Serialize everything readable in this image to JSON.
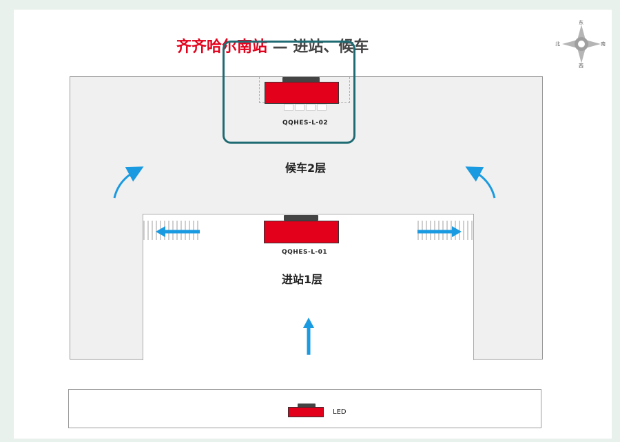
{
  "title": {
    "station": "齐齐哈尔南站",
    "rest": " — 进站、候车"
  },
  "compass": {
    "north": "东",
    "south": "西",
    "west": "北",
    "east": "南"
  },
  "floors": {
    "upper": {
      "label": "候车2层",
      "screen_id": "QQHES-L-02"
    },
    "lower": {
      "label": "进站1层",
      "screen_id": "QQHES-L-01"
    }
  },
  "legend": {
    "label": "LED"
  },
  "colors": {
    "led_red": "#e3001b",
    "arrow_blue": "#1a9ae0",
    "highlight_teal": "#1f6b73"
  }
}
